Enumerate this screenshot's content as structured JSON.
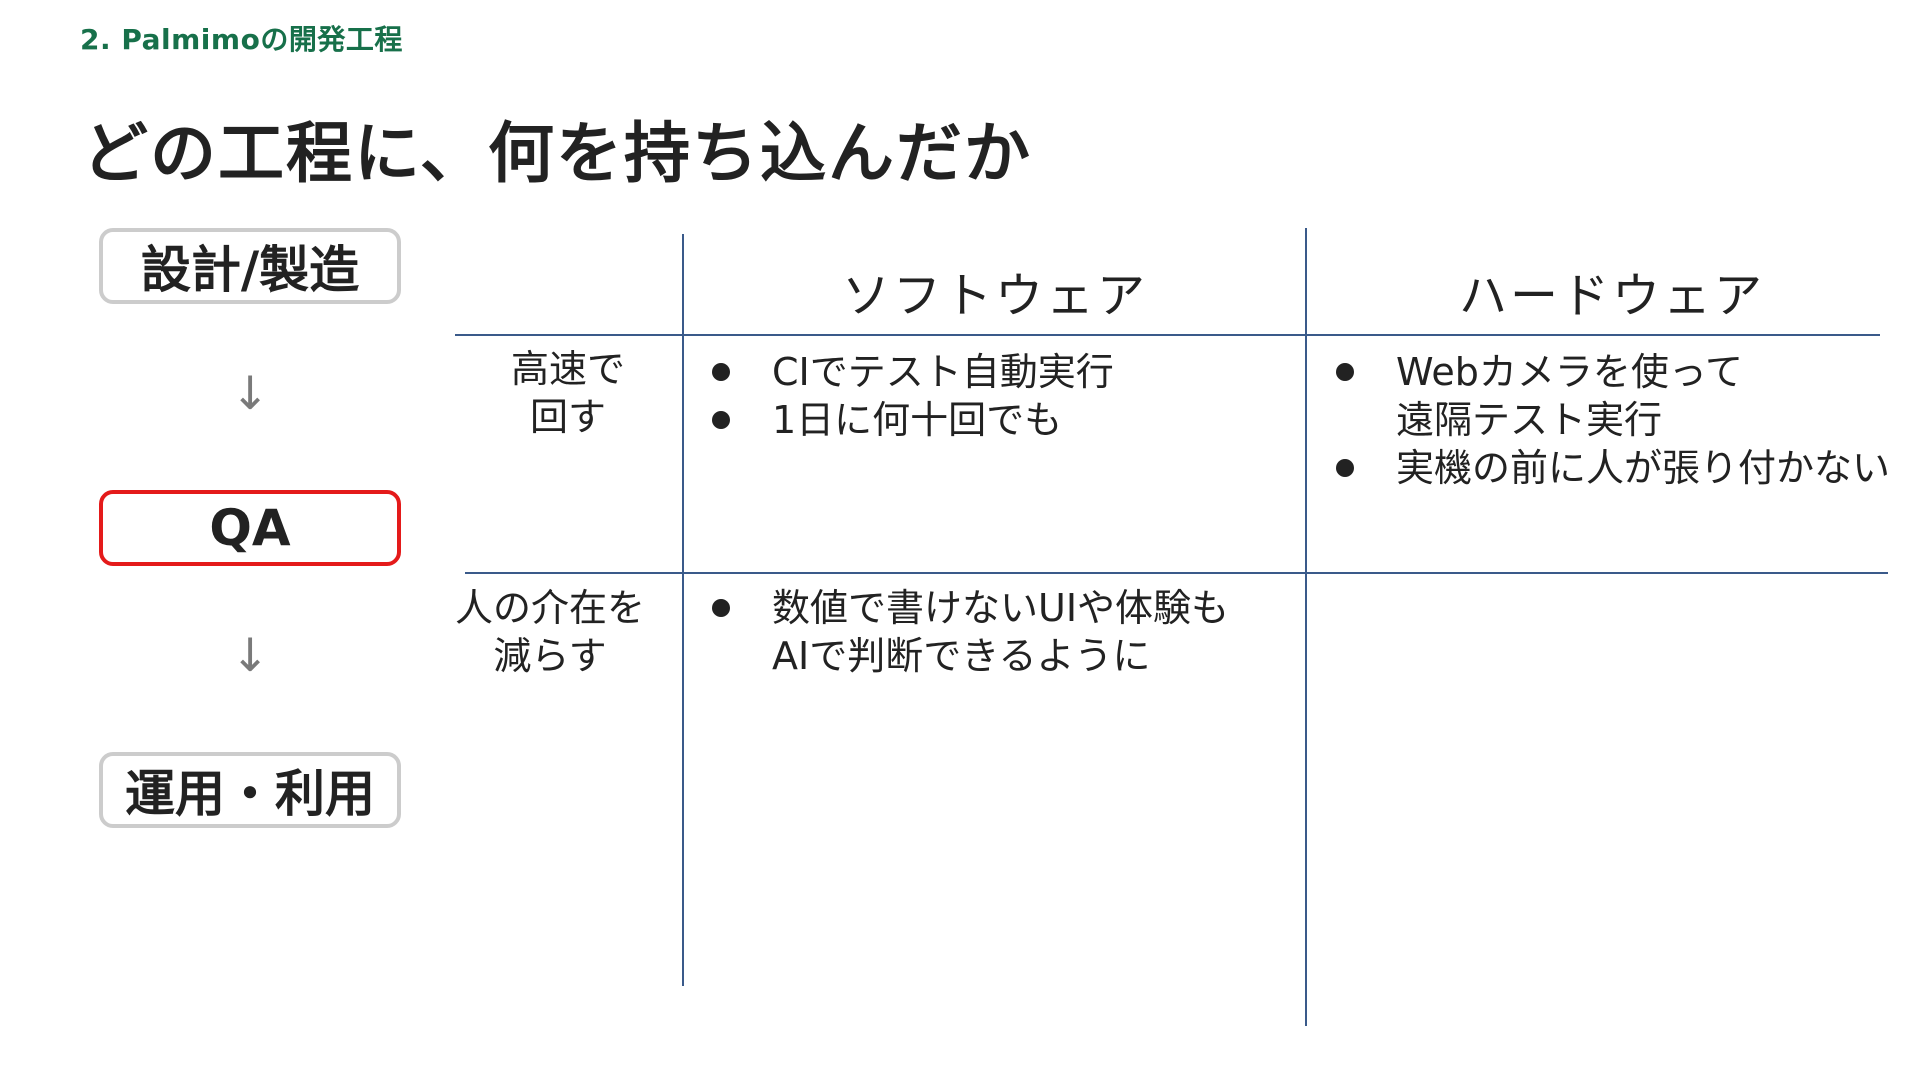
{
  "section_title": "2. Palmimoの開発工程",
  "title": "どの工程に、何を持ち込んだか",
  "stages": {
    "design": "設計/製造",
    "qa": "QA",
    "ops": "運用・利用",
    "arrow": "↓"
  },
  "table": {
    "columns": [
      "ソフトウェア",
      "ハードウェア"
    ],
    "rows": [
      {
        "label": [
          "高速で",
          "回す"
        ],
        "software": [
          [
            "CIでテスト自動実行"
          ],
          [
            "1日に何十回でも"
          ]
        ],
        "hardware": [
          [
            "Webカメラを使って",
            "遠隔テスト実行"
          ],
          [
            "実機の前に人が張り付かない"
          ]
        ]
      },
      {
        "label": [
          "人の介在を",
          "減らす"
        ],
        "software": [
          [
            "数値で書けないUIや体験も",
            "AIで判断できるように"
          ]
        ],
        "hardware": []
      }
    ]
  },
  "colors": {
    "section": "#17704a",
    "active_border": "#e41a1a",
    "inactive_border": "#cccccc",
    "grid_lines": "#3a5a8a"
  }
}
